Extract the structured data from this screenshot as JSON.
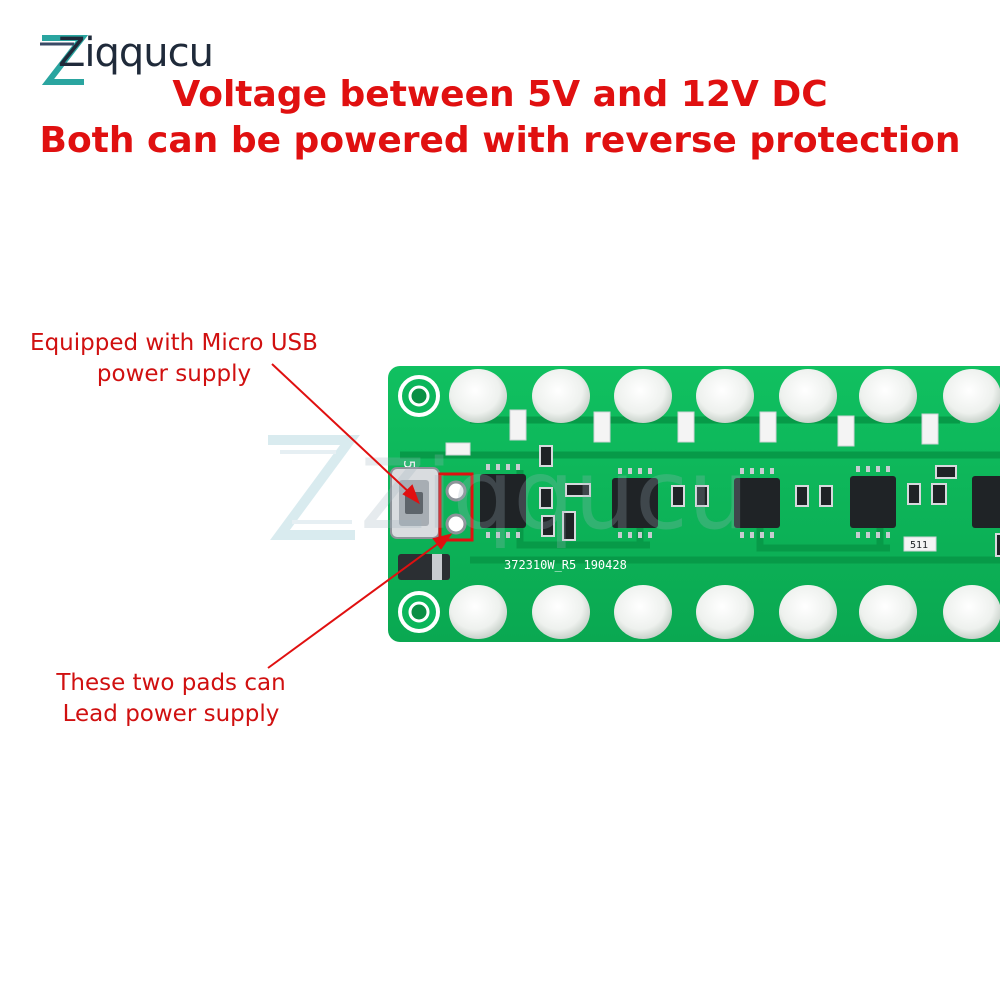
{
  "brand": {
    "logo_text": "Ziqqucu",
    "watermark_text": "Ziqqucu"
  },
  "headline": {
    "line1": "Voltage between 5V and 12V DC",
    "line2": "Both can be powered with reverse protection"
  },
  "callouts": {
    "usb_line1": "Equipped with Micro USB",
    "usb_line2": "power supply",
    "pads_line1": "These two pads can",
    "pads_line2": "Lead power supply"
  },
  "board": {
    "silkscreen_code": "372310W_R5  190428",
    "voltage_label": "5-12V",
    "resistor_label": "511",
    "colors": {
      "pcb": "#0bb65a",
      "pcb_dark": "#07964a",
      "highlight": "#e01010",
      "led": "#f2f4f2"
    }
  }
}
